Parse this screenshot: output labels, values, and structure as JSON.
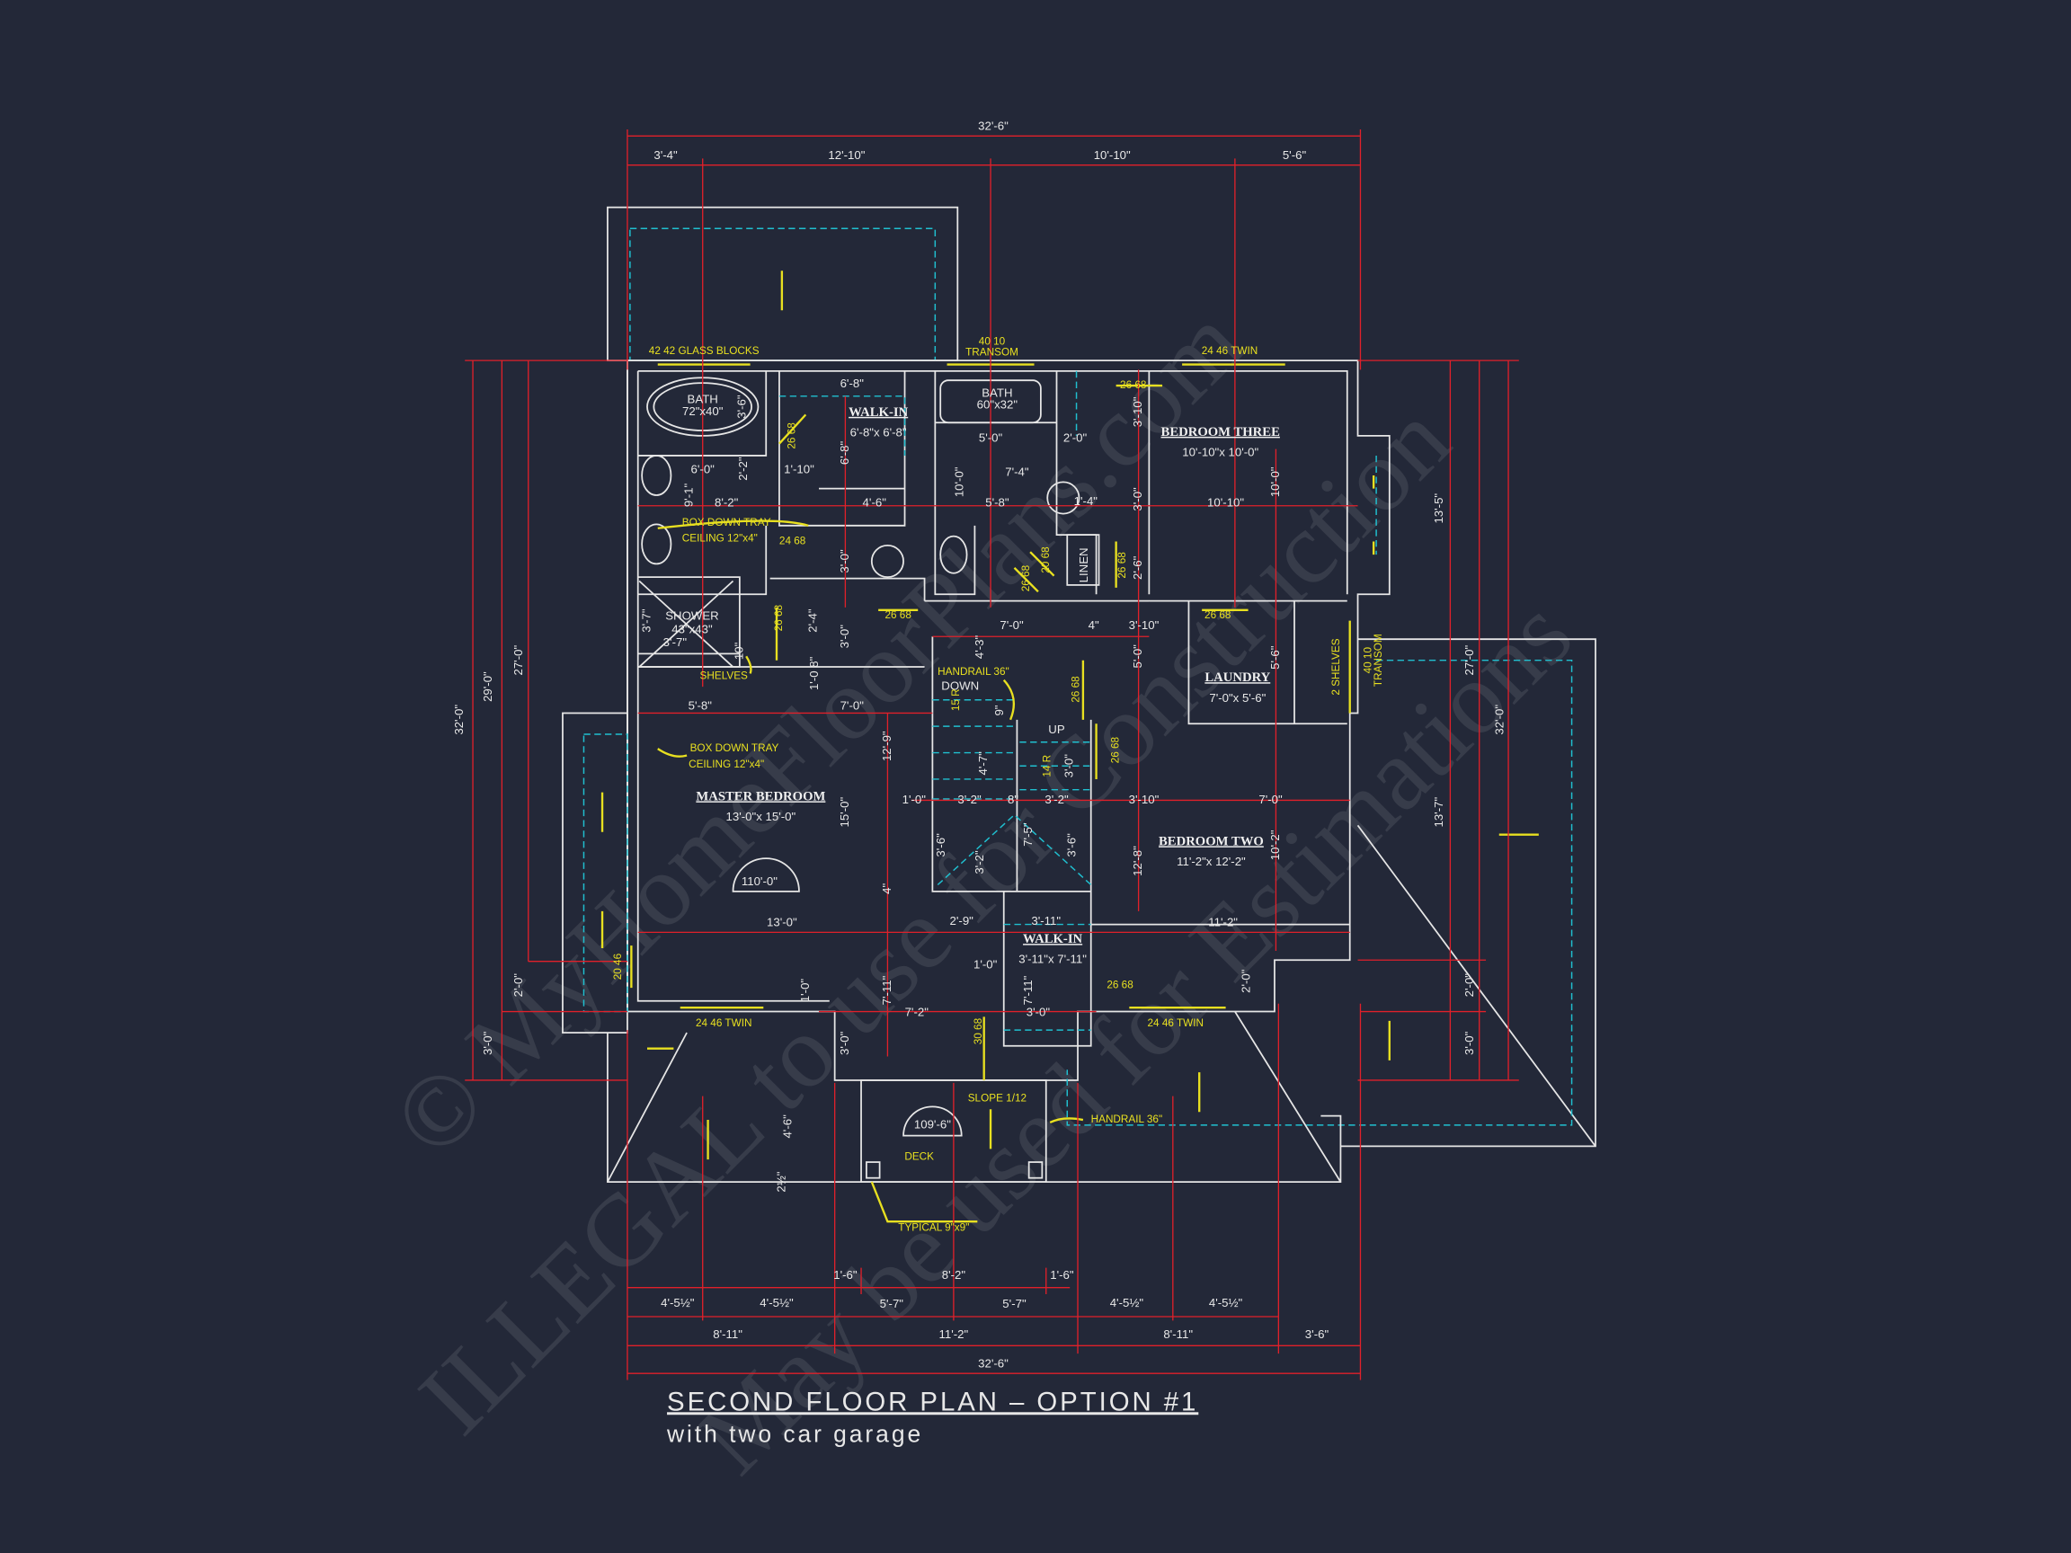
{
  "title": "SECOND FLOOR PLAN – OPTION #1",
  "subtitle": "with two car garage",
  "watermark": [
    "© MyHomeFloorPlans.com",
    "ILLEGAL to use for Construction",
    "May be used for Estimations"
  ],
  "colors": {
    "background": "#232838",
    "walls": "#e6e6e6",
    "dimensions": "#e0202a",
    "annotations": "#e8e020",
    "hidden": "#20c0d0"
  },
  "rooms": [
    {
      "name": "WALK-IN",
      "size": "6'-8\"x 6'-8\""
    },
    {
      "name": "BEDROOM THREE",
      "size": "10'-10\"x 10'-0\""
    },
    {
      "name": "LAUNDRY",
      "size": "7'-0\"x 5'-6\""
    },
    {
      "name": "MASTER BEDROOM",
      "size": "13'-0\"x 15'-0\""
    },
    {
      "name": "BEDROOM TWO",
      "size": "11'-2\"x 12'-2\""
    },
    {
      "name": "WALK-IN",
      "size": "3'-11\"x 7'-11\""
    }
  ],
  "fixtures": [
    "BATH",
    "72\"x40\"",
    "BATH",
    "60\"x32\"",
    "SHOWER",
    "43\"x43\"",
    "LINEN",
    "DOWN",
    "UP",
    "110'-0\"",
    "109'-6\""
  ],
  "openings": [
    "42 42 GLASS BLOCKS",
    "40 10",
    "TRANSOM",
    "24 46 TWIN",
    "26 68",
    "26 68",
    "24 68",
    "20 68",
    "26 68",
    "26 68",
    "26 68",
    "26 68",
    "26 68",
    "26 68",
    "26 68",
    "26 68",
    "2 SHELVES",
    "40 10",
    "TRANSOM",
    "20 46",
    "24 46 TWIN",
    "24 46 TWIN",
    "30 68",
    "15 R",
    "14 R"
  ],
  "notes": [
    "BOX DOWN TRAY",
    "CEILING 12\"x4\"",
    "BOX DOWN TRAY",
    "CEILING 12\"x4\"",
    "SHELVES",
    "HANDRAIL 36\"",
    "HANDRAIL 36\"",
    "SLOPE 1/12",
    "DECK",
    "TYPICAL 9\"x9\""
  ],
  "dims": {
    "top": [
      "32'-6\"",
      "3'-4\"",
      "12'-10\"",
      "10'-10\"",
      "5'-6\""
    ],
    "bottom": [
      "1'-6\"",
      "8'-2\"",
      "1'-6\"",
      "4'-5½\"",
      "4'-5½\"",
      "5'-7\"",
      "5'-7\"",
      "4'-5½\"",
      "4'-5½\"",
      "8'-11\"",
      "11'-2\"",
      "8'-11\"",
      "3'-6\"",
      "32'-6\""
    ],
    "left": [
      "32'-0\"",
      "29'-0\"",
      "27'-0\"",
      "2'-0\"",
      "3'-0\""
    ],
    "right": [
      "13'-5\"",
      "27'-0\"",
      "32'-0\"",
      "13'-7\"",
      "2'-0\"",
      "3'-0\""
    ],
    "interior": [
      "6'-8\"",
      "3'-6\"",
      "6'-0\"",
      "2'-2\"",
      "1'-10\"",
      "6'-8\"",
      "9'-1\"",
      "8'-2\"",
      "4'-6\"",
      "5'-0\"",
      "2'-0\"",
      "3'-10\"",
      "7'-4\"",
      "10'-0\"",
      "5'-8\"",
      "1'-4\"",
      "3'-0\"",
      "10'-10\"",
      "10'-0\"",
      "3'-0\"",
      "2'-6\"",
      "3'-7\"",
      "3'-7\"",
      "10\"",
      "2'-4\"",
      "3'-0\"",
      "1'-0 8\"",
      "7'-0\"",
      "4\"",
      "3'-10\"",
      "4'-3\"",
      "5'-0\"",
      "5'-6\"",
      "5'-8\"",
      "7'-0\"",
      "12'-9\"",
      "15'-0\"",
      "9\"",
      "3'-0\"",
      "4'-7\"",
      "1'-0\"",
      "3'-2\"",
      "8\"",
      "3'-2\"",
      "3'-10\"",
      "7'-0\"",
      "3'-6\"",
      "3'-2\"",
      "7'-5\"",
      "3'-6\"",
      "12'-8\"",
      "10'-2\"",
      "4\"",
      "13'-0\"",
      "2'-9\"",
      "3'-11\"",
      "11'-2\"",
      "1'-0\"",
      "7'-11\"",
      "7'-11\"",
      "1'-0\"",
      "7'-2\"",
      "3'-0\"",
      "2'-0\"",
      "3'-0\"",
      "4'-6\"",
      "2½\""
    ]
  }
}
